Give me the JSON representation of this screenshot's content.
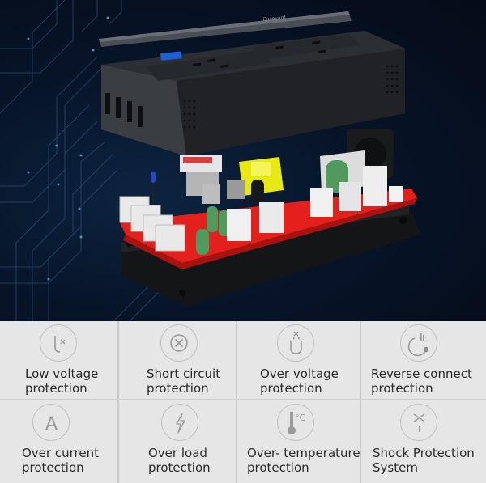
{
  "hero": {
    "description": "Exploded view of a power inverter: black housing with two AC sockets, blue digital display and four USB ports above a red circuit board with yellow transformer, green capacitors, heat sinks and cooling fan, on a dark blue circuit-line background",
    "display_color": "#1f5fd6",
    "pcb_color": "#e3201b",
    "transformer_color": "#e8e814",
    "background_color": "#071428"
  },
  "features": [
    {
      "icon": "low-voltage-icon",
      "line1": "Low voltage",
      "line2": "protection"
    },
    {
      "icon": "short-circuit-icon",
      "line1": "Short circuit",
      "line2": "protection"
    },
    {
      "icon": "over-voltage-icon",
      "line1": "Over voltage",
      "line2": "protection"
    },
    {
      "icon": "reverse-connect-icon",
      "line1": "Reverse connect",
      "line2": "protection"
    },
    {
      "icon": "over-current-icon",
      "line1": "Over current",
      "line2": "protection"
    },
    {
      "icon": "over-load-icon",
      "line1": "Over load",
      "line2": "protection"
    },
    {
      "icon": "over-temperature-icon",
      "line1": "Over- temperature",
      "line2": "protection"
    },
    {
      "icon": "shock-protection-icon",
      "line1": "Shock Protection",
      "line2": "System"
    }
  ],
  "icon_glyphs": {
    "over_current": "A",
    "temperature_unit": "°C"
  },
  "colors": {
    "grid_bg": "#e6e6e6",
    "divider": "#c9c9c9",
    "icon_stroke": "#9a9a9a",
    "label_text": "#2a2a2a"
  }
}
